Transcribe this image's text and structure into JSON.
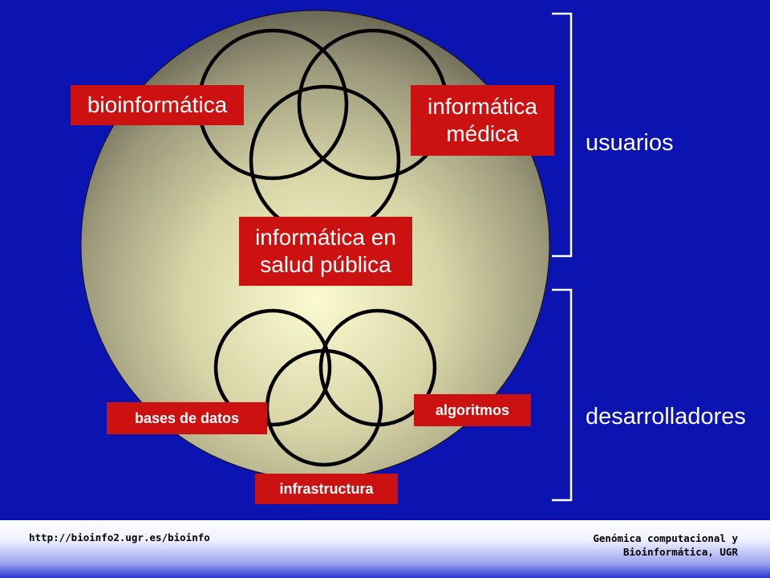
{
  "diagram": {
    "labels": {
      "bioinformatica": "bioinformática",
      "informatica_medica": "informática\nmédica",
      "salud_publica": "informática en\nsalud pública",
      "bases_de_datos": "bases de datos",
      "algoritmos": "algoritmos",
      "infraestructura": "infrastructura"
    },
    "groups": {
      "usuarios": "usuarios",
      "desarrolladores": "desarrolladores"
    },
    "colors": {
      "background": "#0b13b0",
      "label_box": "#cc1111",
      "sphere_center": "#f8f6c8",
      "sphere_edge": "#6e6b58",
      "bracket": "#ffffff"
    }
  },
  "footer": {
    "url": "http://bioinfo2.ugr.es/bioinfo",
    "course": "Genómica computacional y\nBioinformática, UGR"
  }
}
